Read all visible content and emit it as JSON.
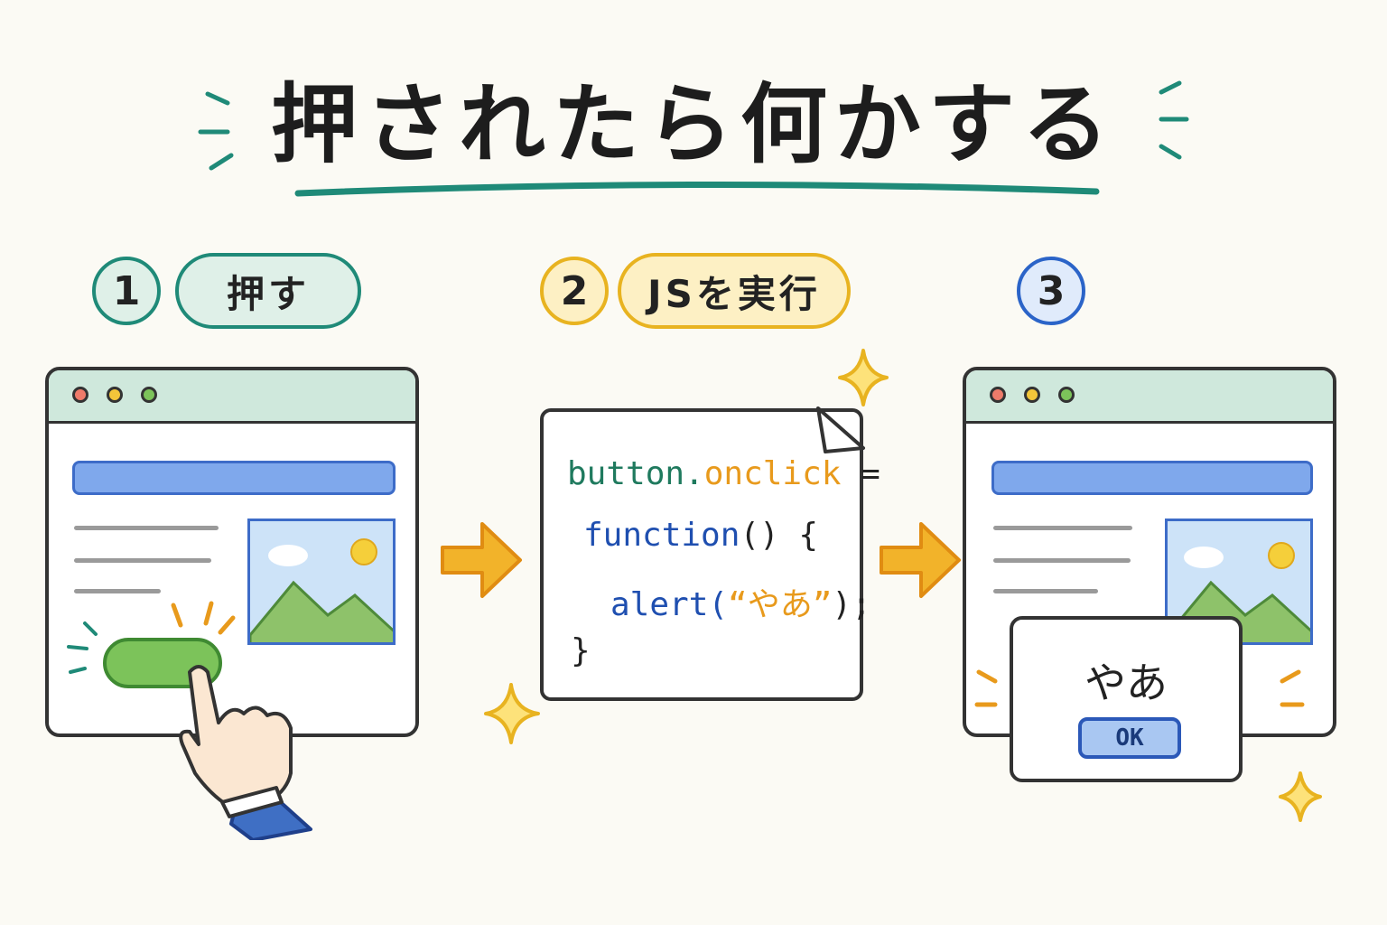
{
  "title": "押されたら何かする",
  "steps": [
    {
      "number": "1",
      "label": "押す",
      "color": "#1f8a78",
      "fill": "#dff0e8"
    },
    {
      "number": "2",
      "label": "JSを実行",
      "color": "#e8b320",
      "fill": "#fdf0c4"
    },
    {
      "number": "3",
      "label": "",
      "color": "#2b64c8",
      "fill": "#e0ebfb"
    }
  ],
  "code": {
    "line1_obj": "button.",
    "line1_prop": "onclick",
    "line1_op": " =",
    "line2_fn": "function",
    "line2_rest": "() {",
    "line3_call": "alert(",
    "line3_str": "“やあ”",
    "line3_end": ");",
    "line4": "}"
  },
  "dialog": {
    "message": "やあ",
    "ok_label": "OK"
  },
  "colors": {
    "accent_teal": "#1f8a78",
    "accent_yellow": "#e8b320",
    "accent_blue": "#2b64c8",
    "arrow": "#f2b32a",
    "button_green": "#7cc35a"
  },
  "icons": [
    "hand-pointer-icon",
    "sparkle-icon",
    "arrow-right-icon",
    "mountain-image-icon"
  ]
}
